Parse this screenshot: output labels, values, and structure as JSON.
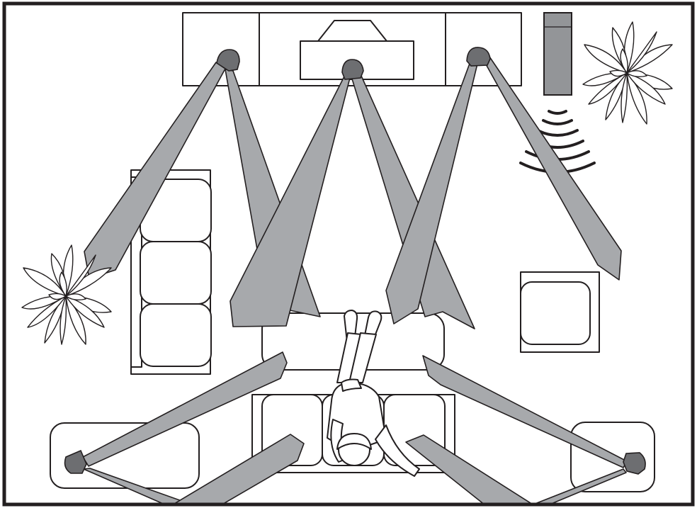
{
  "colors": {
    "outline": "#231f20",
    "beam": "#a7a9ac",
    "speaker": "#6d6e71",
    "subwoofer": "#939598",
    "background": "#ffffff"
  },
  "scene": {
    "type": "top-down room speaker placement diagram",
    "speakers": [
      {
        "role": "front-left",
        "icon": "speaker-icon"
      },
      {
        "role": "center",
        "icon": "speaker-icon"
      },
      {
        "role": "front-right",
        "icon": "speaker-icon"
      },
      {
        "role": "surround-left",
        "icon": "speaker-icon"
      },
      {
        "role": "surround-right",
        "icon": "speaker-icon"
      },
      {
        "role": "subwoofer",
        "icon": "subwoofer-icon"
      }
    ],
    "furniture": [
      "tv-cabinet",
      "television",
      "sofa",
      "left-sofa",
      "armchair",
      "left-end-table",
      "right-end-table"
    ],
    "decorations": [
      "plant-icon",
      "plant-icon"
    ],
    "listener": "person-icon"
  }
}
